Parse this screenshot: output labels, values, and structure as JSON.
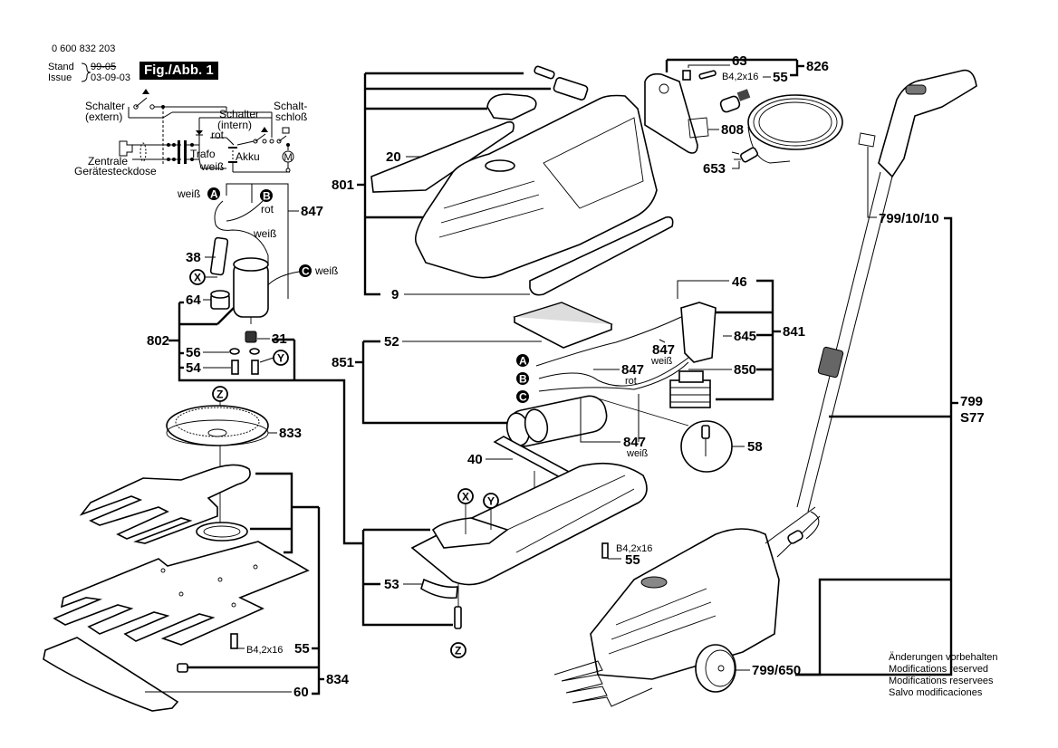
{
  "header": {
    "part_number": "0 600 832 203",
    "stand_label": "Stand",
    "issue_label": "Issue",
    "old_date": "99-05",
    "date": "03-09-03",
    "figure": "Fig./Abb. 1"
  },
  "schematic": {
    "switch_external": [
      "Schalter",
      "(extern)"
    ],
    "switch_internal": [
      "Schalter",
      "(intern)"
    ],
    "ignition_lock": [
      "Schalt-",
      "schloß"
    ],
    "socket": [
      "Zentrale",
      "Gerätesteckdose"
    ],
    "transformer": "Trafo",
    "battery": "Akku",
    "wire_red": "rot",
    "wire_white": "weiß",
    "motor": "M"
  },
  "connectors": {
    "A": "A",
    "B": "B",
    "C": "C",
    "X": "X",
    "Y": "Y",
    "Z": "Z"
  },
  "wire_colors": {
    "white": "weiß",
    "red": "rot"
  },
  "parts": {
    "p801": "801",
    "p20": "20",
    "p9": "9",
    "p826": "826",
    "p63": "63",
    "p55": "55",
    "screw_spec": "B4,2x16",
    "p808": "808",
    "p653": "653",
    "p847": "847",
    "p38": "38",
    "p64": "64",
    "p802": "802",
    "p56": "56",
    "p54": "54",
    "p31": "31",
    "p46": "46",
    "p841": "841",
    "p845": "845",
    "p850": "850",
    "p851": "851",
    "p52": "52",
    "p58": "58",
    "p40": "40",
    "p53": "53",
    "p833": "833",
    "p834": "834",
    "p60": "60",
    "p799_10_10": "799/10/10",
    "p799": "799",
    "pS77": "S77",
    "p799_650": "799/650"
  },
  "notes": [
    "Änderungen vorbehalten",
    "Modifications reserved",
    "Modifications reservees",
    "Salvo modificaciones"
  ]
}
